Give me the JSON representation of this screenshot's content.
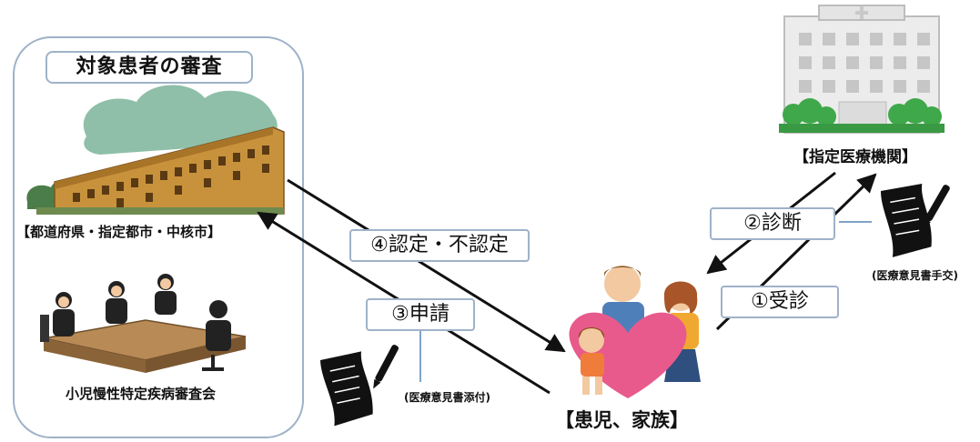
{
  "left_panel": {
    "title": "対象患者の審査",
    "prefecture_label": "【都道府県・指定都市・中核市】",
    "council_label": "小児慢性特定疾病審査会"
  },
  "hospital": {
    "label": "【指定医療機関】"
  },
  "family": {
    "label": "【患児、家族】"
  },
  "steps": {
    "consultation": "①受診",
    "diagnosis": "②診断",
    "application": "③申請",
    "approval": "④認定・不認定"
  },
  "notes": {
    "certificate_issued": "(医療意見書手交)",
    "certificate_attached": "(医療意見書添付)"
  },
  "colors": {
    "frame": "#9fb2c8",
    "arrow": "#111111",
    "building": "#c8923c",
    "cloud": "#8fbfa8",
    "heart": "#e85a8c"
  }
}
